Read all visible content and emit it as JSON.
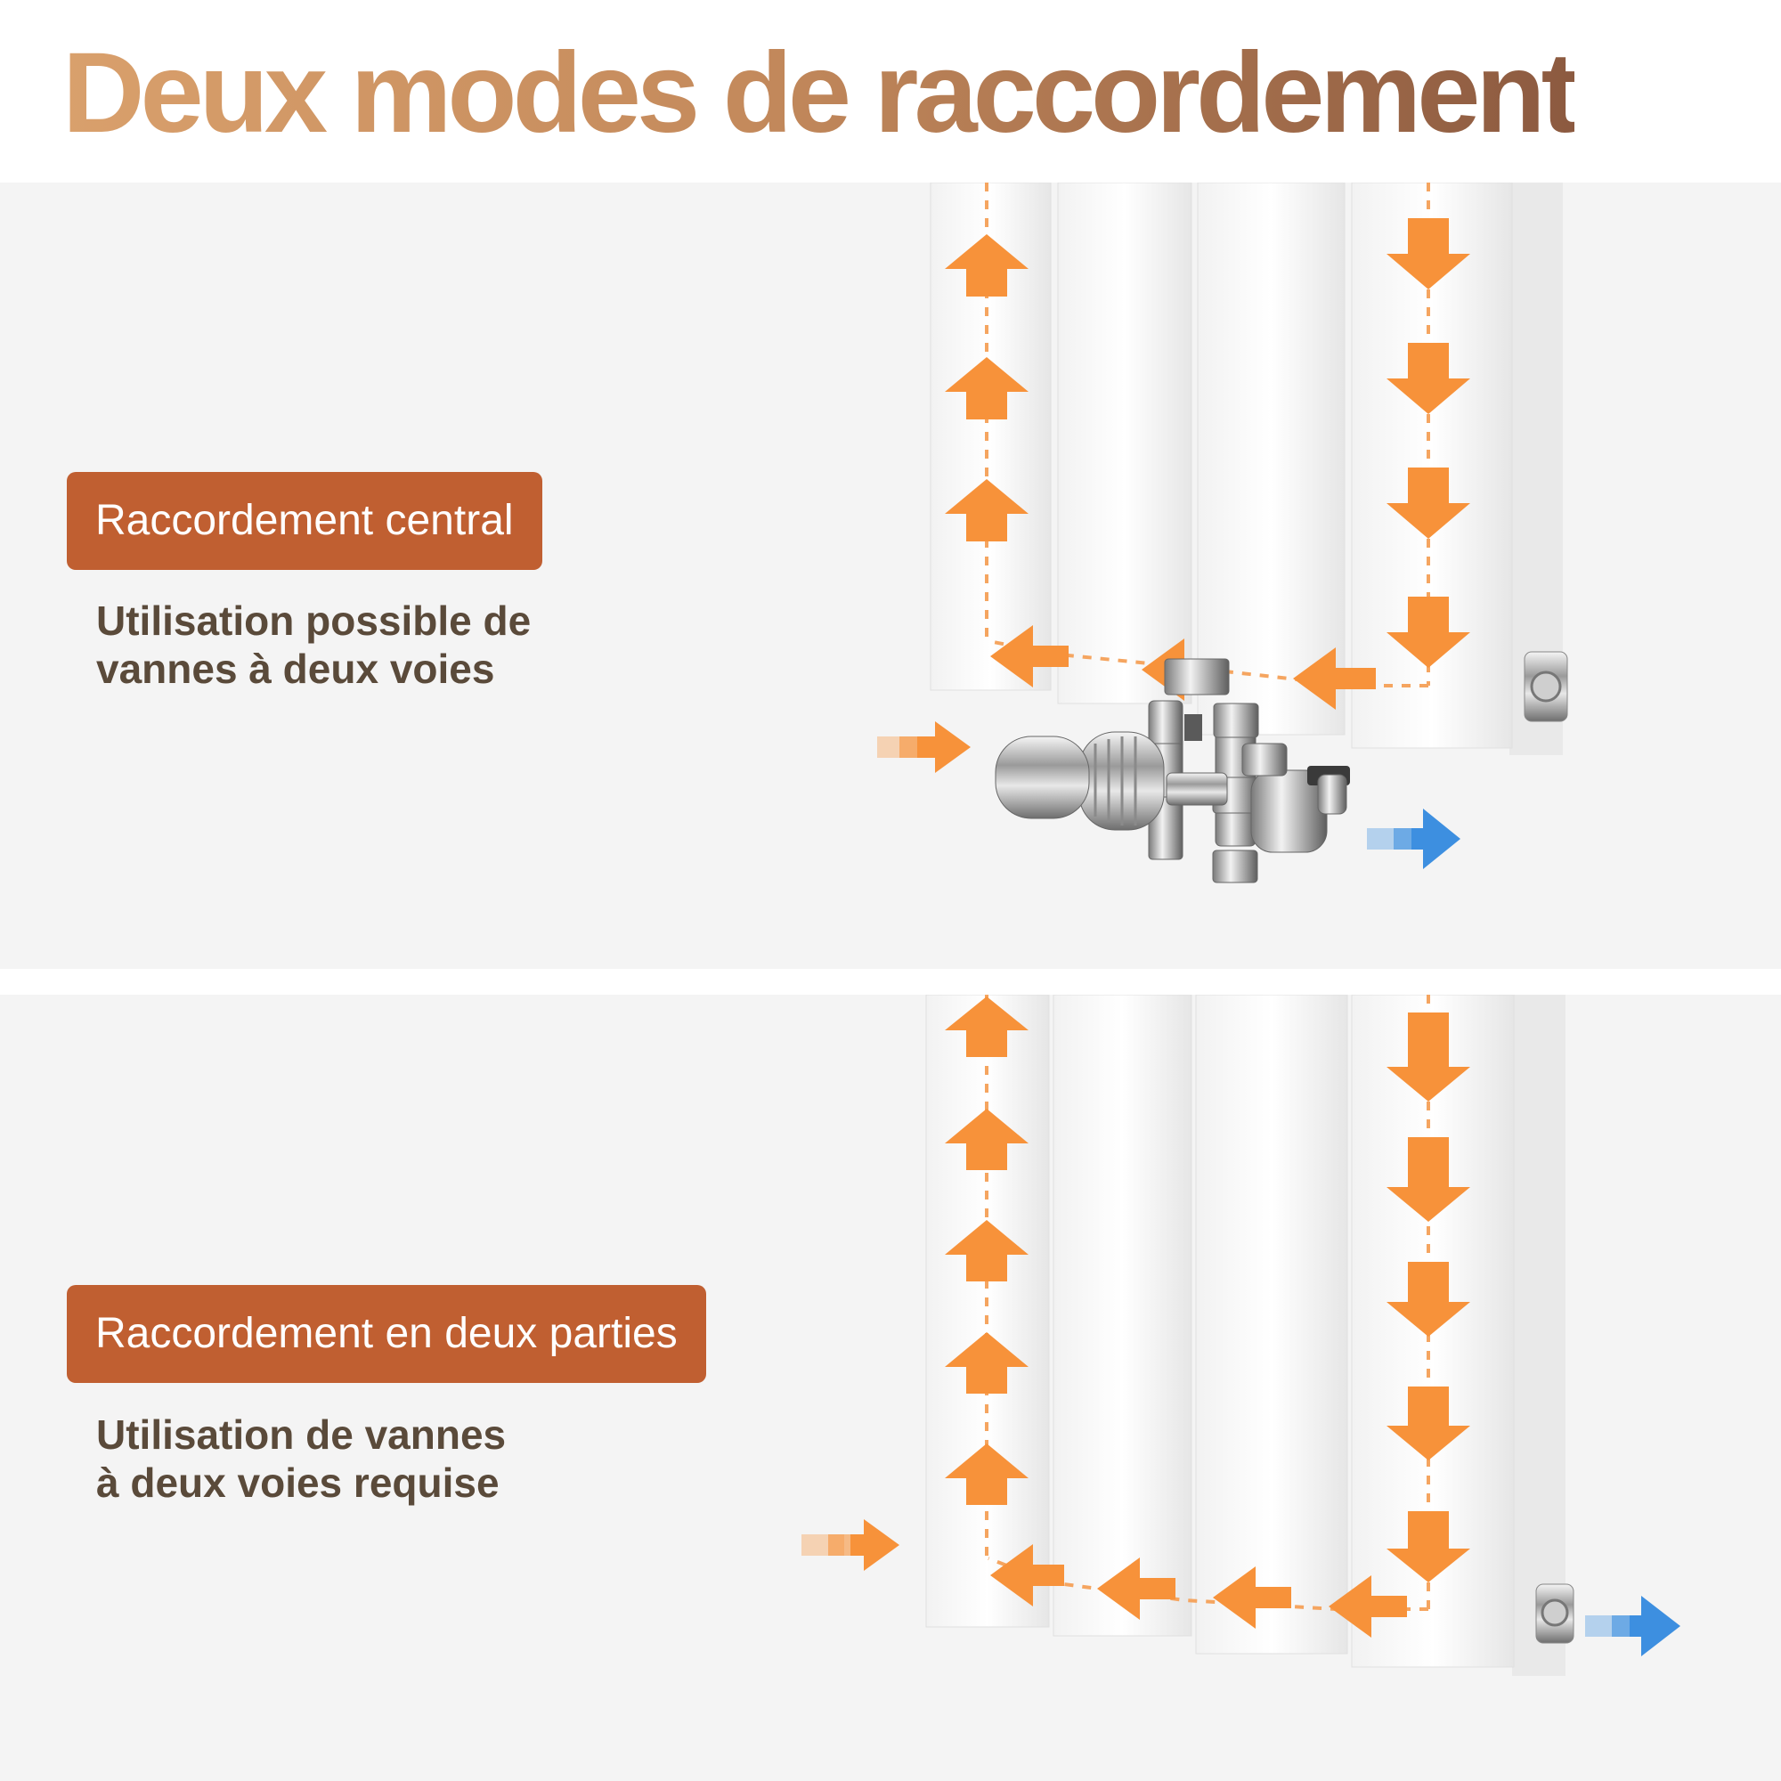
{
  "title": "Deux modes de raccordement",
  "colors": {
    "title_gradient": [
      "#d9a06c",
      "#c48a5c",
      "#8c5a40"
    ],
    "badge": "#c05f31",
    "description": "#5a4a3a",
    "panel_background": "#f4f4f4",
    "hot_flow": "#f7923a",
    "cold_flow": "#3d8fe0",
    "radiator": "#ffffff"
  },
  "modes": [
    {
      "label": "Raccordement central",
      "description": [
        "Utilisation possible de",
        "vannes à deux voies"
      ],
      "illustration": "radiator-central-connection-with-two-way-valve",
      "inlet_icon": "orange-inlet-arrow-icon",
      "outlet_icon": "blue-outlet-arrow-icon"
    },
    {
      "label": "Raccordement en deux parties",
      "description": [
        "Utilisation de vannes",
        "à deux voies requise"
      ],
      "illustration": "radiator-two-part-connection",
      "inlet_icon": "orange-inlet-arrow-icon",
      "outlet_icon": "blue-outlet-arrow-icon"
    }
  ]
}
